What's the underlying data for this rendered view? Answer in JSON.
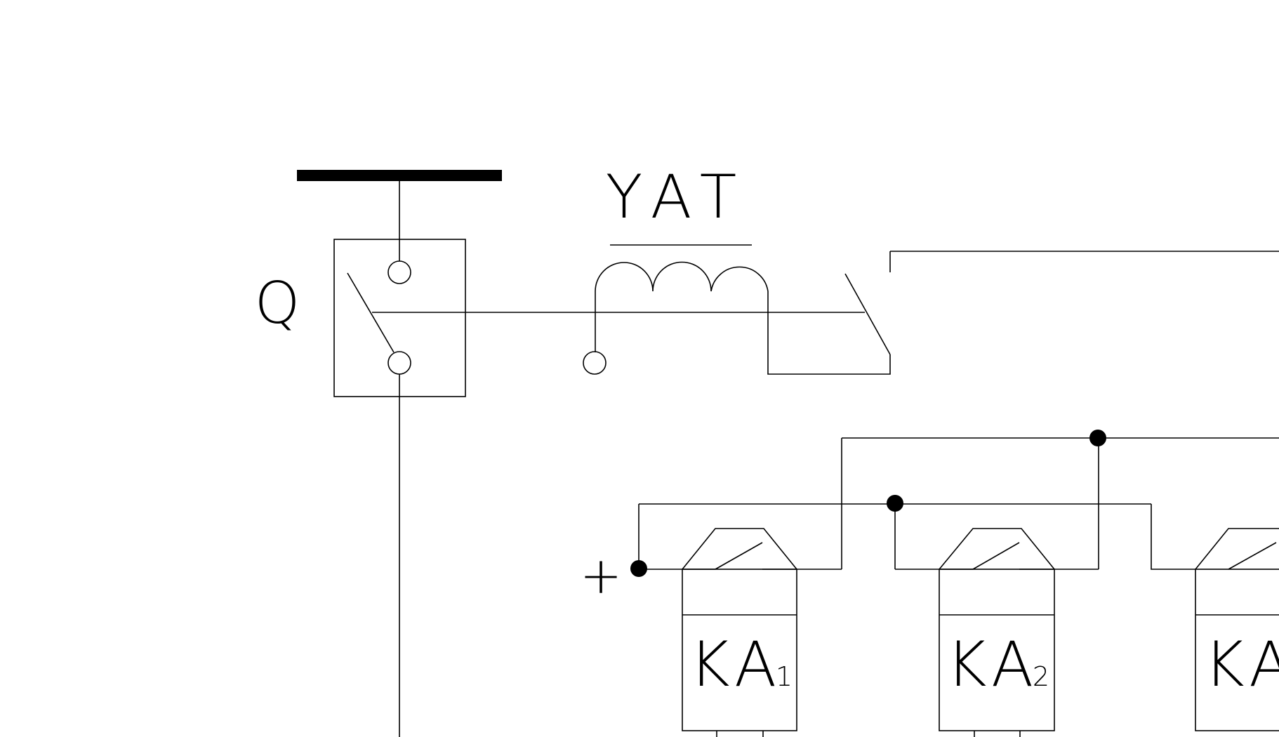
{
  "diagram": {
    "labels": {
      "breaker": "Q",
      "trip_coil": "YAT",
      "plus": "+",
      "relay_1": "KA",
      "relay_1_sub": "1",
      "relay_2": "KA",
      "relay_2_sub": "2",
      "relay_3": "KA"
    },
    "colors": {
      "line": "#000000",
      "background": "#ffffff"
    }
  }
}
